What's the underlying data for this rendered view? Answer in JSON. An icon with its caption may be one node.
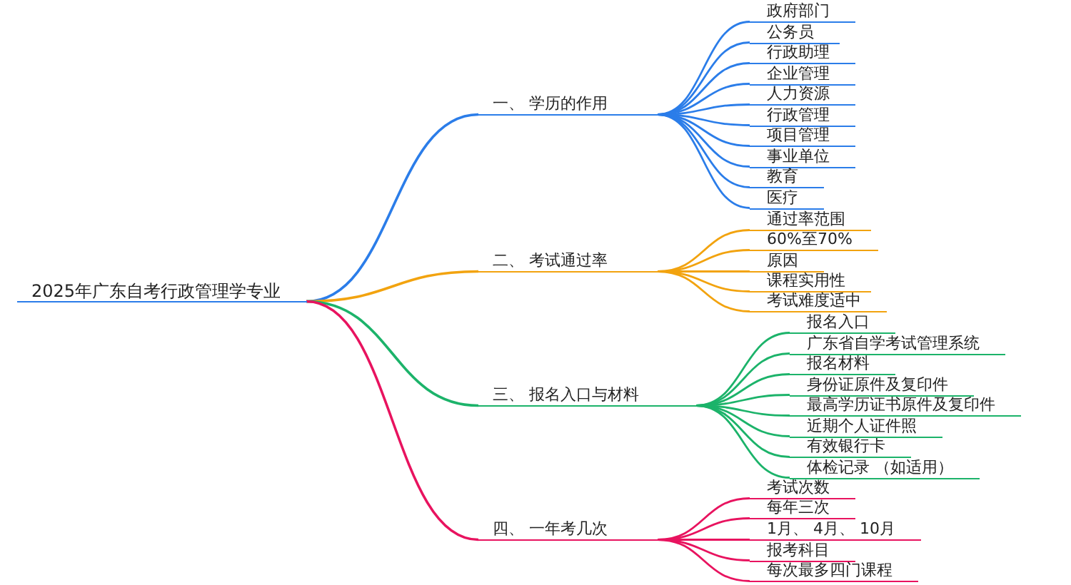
{
  "diagram": {
    "nodes": [
      {
        "text": [
          "2025年广东自考行政管理学专业"
        ]
      },
      {
        "text": [
          "一、 学历的作用"
        ]
      },
      {
        "text": [
          "政府部门"
        ]
      },
      {
        "text": [
          "公务员"
        ]
      },
      {
        "text": [
          "行政助理"
        ]
      },
      {
        "text": [
          "企业管理"
        ]
      },
      {
        "text": [
          "人力资源"
        ]
      },
      {
        "text": [
          "行政管理"
        ]
      },
      {
        "text": [
          "项目管理"
        ]
      },
      {
        "text": [
          "事业单位"
        ]
      },
      {
        "text": [
          "教育"
        ]
      },
      {
        "text": [
          "医疗"
        ]
      },
      {
        "text": [
          "二、 考试通过率"
        ]
      },
      {
        "text": [
          "通过率范围"
        ]
      },
      {
        "text": [
          "60%至70%"
        ]
      },
      {
        "text": [
          "原因"
        ]
      },
      {
        "text": [
          "课程实用性"
        ]
      },
      {
        "text": [
          "考试难度适中"
        ]
      },
      {
        "text": [
          "三、 报名入口与材料"
        ]
      },
      {
        "text": [
          "报名入口"
        ]
      },
      {
        "text": [
          "广东省自学考试管理系统"
        ]
      },
      {
        "text": [
          "报名材料"
        ]
      },
      {
        "text": [
          "身份证原件及复印件"
        ]
      },
      {
        "text": [
          "最高学历证书原件及复印件"
        ]
      },
      {
        "text": [
          "近期个人证件照"
        ]
      },
      {
        "text": [
          "有效银行卡"
        ]
      },
      {
        "text": [
          "体检记录 （如适用）"
        ]
      },
      {
        "text": [
          "四、 一年考几次"
        ]
      },
      {
        "text": [
          "考试次数"
        ]
      },
      {
        "text": [
          "每年三次"
        ]
      },
      {
        "text": [
          "1月、 4月、 10月"
        ]
      },
      {
        "text": [
          "报考科目"
        ]
      },
      {
        "text": [
          "每次最多四门课程"
        ]
      }
    ],
    "edges": [
      {
        "from": 0,
        "to": 1,
        "arrow": "none"
      },
      {
        "from": 1,
        "to": 2,
        "arrow": "none"
      },
      {
        "from": 1,
        "to": 3,
        "arrow": "none"
      },
      {
        "from": 1,
        "to": 4,
        "arrow": "none"
      },
      {
        "from": 1,
        "to": 5,
        "arrow": "none"
      },
      {
        "from": 1,
        "to": 6,
        "arrow": "none"
      },
      {
        "from": 1,
        "to": 7,
        "arrow": "none"
      },
      {
        "from": 1,
        "to": 8,
        "arrow": "none"
      },
      {
        "from": 1,
        "to": 9,
        "arrow": "none"
      },
      {
        "from": 1,
        "to": 10,
        "arrow": "none"
      },
      {
        "from": 1,
        "to": 11,
        "arrow": "none"
      },
      {
        "from": 0,
        "to": 12,
        "arrow": "none",
        "color": "#f2a30f"
      },
      {
        "from": 12,
        "to": 13,
        "arrow": "none",
        "color": "#f2a30f"
      },
      {
        "from": 12,
        "to": 14,
        "arrow": "none",
        "color": "#f2a30f"
      },
      {
        "from": 12,
        "to": 15,
        "arrow": "none",
        "color": "#f2a30f"
      },
      {
        "from": 12,
        "to": 16,
        "arrow": "none",
        "color": "#f2a30f"
      },
      {
        "from": 12,
        "to": 17,
        "arrow": "none",
        "color": "#f2a30f"
      },
      {
        "from": 0,
        "to": 18,
        "arrow": "none",
        "color": "#1cb36a"
      },
      {
        "from": 18,
        "to": 19,
        "arrow": "none",
        "color": "#1cb36a"
      },
      {
        "from": 18,
        "to": 20,
        "arrow": "none",
        "color": "#1cb36a"
      },
      {
        "from": 18,
        "to": 21,
        "arrow": "none",
        "color": "#1cb36a"
      },
      {
        "from": 18,
        "to": 22,
        "arrow": "none",
        "color": "#1cb36a"
      },
      {
        "from": 18,
        "to": 23,
        "arrow": "none",
        "color": "#1cb36a"
      },
      {
        "from": 18,
        "to": 24,
        "arrow": "none",
        "color": "#1cb36a"
      },
      {
        "from": 18,
        "to": 25,
        "arrow": "none",
        "color": "#1cb36a"
      },
      {
        "from": 18,
        "to": 26,
        "arrow": "none",
        "color": "#1cb36a"
      },
      {
        "from": 0,
        "to": 27,
        "arrow": "none",
        "color": "#e8135f"
      },
      {
        "from": 27,
        "to": 28,
        "arrow": "none",
        "color": "#e8135f"
      },
      {
        "from": 27,
        "to": 29,
        "arrow": "none",
        "color": "#e8135f"
      },
      {
        "from": 27,
        "to": 30,
        "arrow": "none",
        "color": "#e8135f"
      },
      {
        "from": 27,
        "to": 31,
        "arrow": "none",
        "color": "#e8135f"
      },
      {
        "from": 27,
        "to": 32,
        "arrow": "none",
        "color": "#e8135f"
      }
    ]
  }
}
